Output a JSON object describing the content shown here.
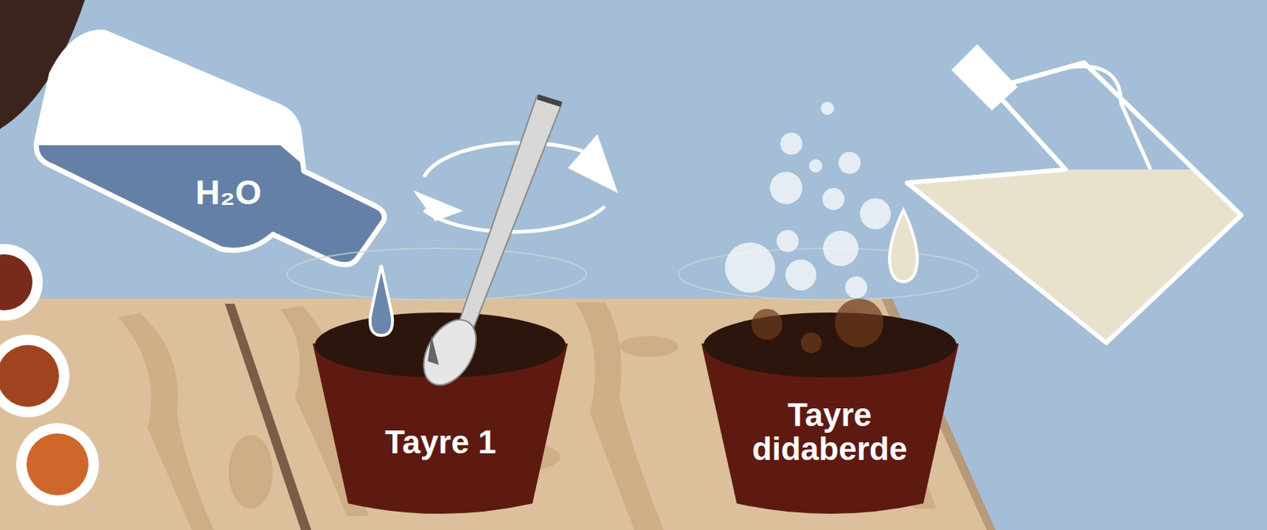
{
  "diagram": {
    "nodes": [
      {
        "text": [
          "H₂O"
        ]
      },
      {
        "text": [
          "Tayre 1"
        ]
      },
      {
        "text": [
          "Tayre didaberde"
        ]
      }
    ]
  }
}
